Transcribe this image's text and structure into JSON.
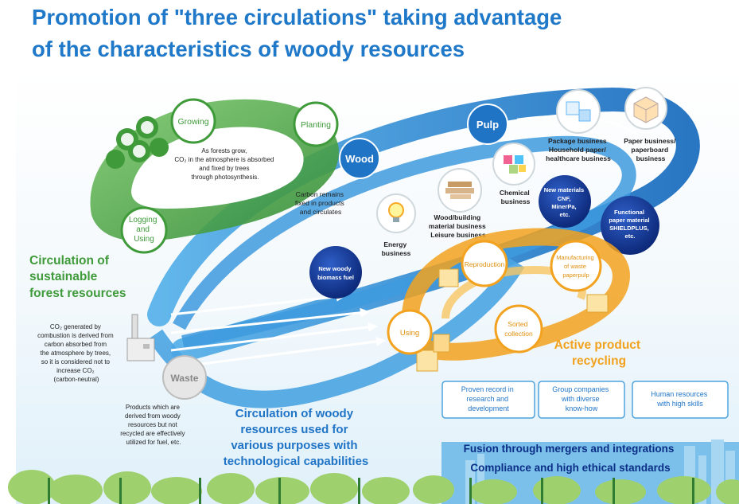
{
  "title": {
    "line1": "Promotion of \"three circulations\" taking advantage",
    "line2": "of the characteristics of woody resources"
  },
  "colors": {
    "title_blue": "#1f78c8",
    "forest_green": "#3f9a3a",
    "loop_blue": "#2a86cf",
    "recycling_orange": "#f2a21e",
    "navy": "#0b2e86"
  },
  "forest_cycle": {
    "growing": "Growing",
    "planting": "Planting",
    "logging_lines": [
      "Logging",
      "and",
      "Using"
    ],
    "growth_text": [
      "As forests grow,",
      "CO₂ in the atmosphere is absorbed",
      "and fixed by trees",
      "through photosynthesis."
    ],
    "heading_lines": [
      "Circulation of",
      "sustainable",
      "forest resources"
    ]
  },
  "hubs": {
    "wood": "Wood",
    "pulp": "Pulp",
    "waste": "Waste"
  },
  "carbon_text": [
    "Carbon remains",
    "fixed in products",
    "and circulates"
  ],
  "businesses": {
    "energy": [
      "Energy",
      "business"
    ],
    "wood_building": [
      "Wood/building",
      "material business",
      "Leisure business"
    ],
    "chemical": [
      "Chemical",
      "business"
    ],
    "package": [
      "Package business",
      "Household paper/",
      "healthcare business"
    ],
    "paper": [
      "Paper business/",
      "paperboard",
      "business"
    ]
  },
  "badges": {
    "new_materials": [
      "New materials",
      "CNF,",
      "MinerPa,",
      "etc."
    ],
    "functional": [
      "Functional",
      "paper material",
      "SHIELDPLUS,",
      "etc."
    ],
    "biomass": [
      "New woody",
      "biomass fuel"
    ]
  },
  "recycling": {
    "reproduction": "Reproduction",
    "manufacturing": [
      "Manufacturing",
      "of waste",
      "paperpulp"
    ],
    "using": "Using",
    "sorted": [
      "Sorted",
      "collection"
    ],
    "heading_lines": [
      "Active product",
      "recycling"
    ]
  },
  "co2_text": [
    "CO₂ generated by",
    "combustion is derived from",
    "carbon absorbed from",
    "the atmosphere by trees,",
    "so it is considered not to",
    "increase CO₂",
    "(carbon-neutral)"
  ],
  "waste_text": [
    "Products which are",
    "derived from woody",
    "resources but not",
    "recycled are effectively",
    "utilized for fuel, etc."
  ],
  "woody_heading": [
    "Circulation of woody",
    "resources used for",
    "various purposes with",
    "technological capabilities"
  ],
  "strengths": [
    [
      "Proven record in",
      "research and",
      "development"
    ],
    [
      "Group companies",
      "with diverse",
      "know-how"
    ],
    [
      "Human resources",
      "with high skills"
    ]
  ],
  "fusion": "Fusion through mergers and integrations",
  "compliance": "Compliance and high ethical standards"
}
